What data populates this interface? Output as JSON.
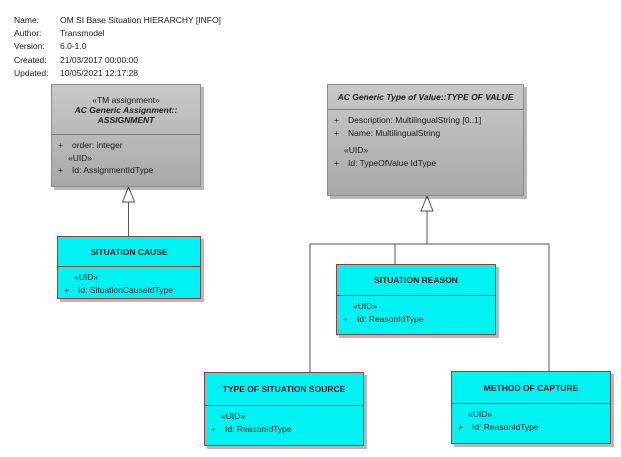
{
  "meta": {
    "rows": [
      {
        "key": "Name:",
        "value": "OM SI Base Situation HIERARCHY [INFO]"
      },
      {
        "key": "Author:",
        "value": "Transmodel"
      },
      {
        "key": "Version:",
        "value": "6.0-1.0"
      },
      {
        "key": "Created:",
        "value": "21/03/2017 00:00:00"
      },
      {
        "key": "Updated:",
        "value": "10/05/2021 12:17:28"
      }
    ]
  },
  "classes": {
    "assignment": {
      "stereotype": "«TM assignment»",
      "name_line1": "AC Generic Assignment::",
      "name_line2": "ASSIGNMENT",
      "attr1_vis": "+",
      "attr1": "order: integer",
      "group": "«UID»",
      "attr2_vis": "+",
      "attr2": "Id: AssignmentIdType"
    },
    "type_of_value": {
      "name": "AC Generic Type of Value::TYPE OF VALUE",
      "attr1_vis": "+",
      "attr1": "Description: MultilingualString [0..1]",
      "attr2_vis": "+",
      "attr2": "Name: MultilingualString",
      "group": "«UID»",
      "attr3_vis": "+",
      "attr3": "Id: TypeOfValue IdType"
    },
    "situation_cause": {
      "name": "SITUATION CAUSE",
      "group": "«UID»",
      "attr1_vis": "+",
      "attr1": "Id: SituationCauseIdType"
    },
    "situation_reason": {
      "name": "SITUATION REASON",
      "group": "«UID»",
      "attr1_vis": "+",
      "attr1": "Id: ReasonIdType"
    },
    "type_of_situation_source": {
      "name": "TYPE OF SITUATION SOURCE",
      "group": "«UID»",
      "attr1_vis": "+",
      "attr1": "Id: ReasonIdType"
    },
    "method_of_capture": {
      "name": "METHOD OF CAPTURE",
      "group": "«UID»",
      "attr1_vis": "+",
      "attr1": "Id: ReasonIdType"
    }
  }
}
